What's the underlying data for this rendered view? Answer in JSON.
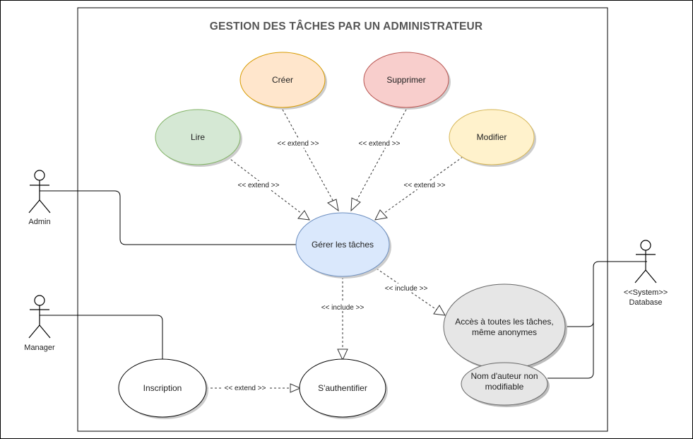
{
  "diagram": {
    "title": "GESTION DES TÂCHES PAR UN ADMINISTRATEUR",
    "colors": {
      "creer_fill": "#ffe6cc",
      "creer_stroke": "#d79b00",
      "supprimer_fill": "#f8cecc",
      "supprimer_stroke": "#b85450",
      "lire_fill": "#d5e8d4",
      "lire_stroke": "#82b366",
      "modifier_fill": "#fff2cc",
      "modifier_stroke": "#d6b656",
      "gerer_fill": "#dae8fc",
      "gerer_stroke": "#6c8ebf",
      "gray_fill": "#e6e6e6",
      "gray_stroke": "#666666",
      "white_fill": "#ffffff",
      "white_stroke": "#000000"
    },
    "actors": {
      "admin": "Admin",
      "manager": "Manager",
      "database_stereotype": "<<System>>",
      "database": "Database"
    },
    "usecases": {
      "creer": "Créer",
      "supprimer": "Supprimer",
      "lire": "Lire",
      "modifier": "Modifier",
      "gerer": "Gérer les tâches",
      "acces_line1": "Accès à toutes les tâches,",
      "acces_line2": "même anonymes",
      "nom_line1": "Nom d'auteur non",
      "nom_line2": "modifiable",
      "inscription": "Inscription",
      "authentifier": "S'authentifier"
    },
    "relations": {
      "extend_creer": "<< extend >>",
      "extend_supprimer": "<< extend >>",
      "extend_lire": "<< extend >>",
      "extend_modifier": "<< extend >>",
      "include_auth": "<< include >>",
      "include_acces": "<< include >>",
      "extend_inscription": "<< extend >>"
    }
  }
}
